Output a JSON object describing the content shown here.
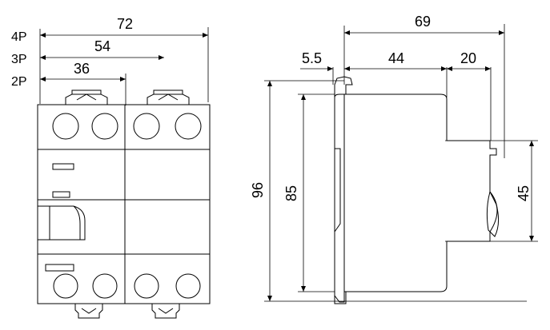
{
  "front_view": {
    "pole_labels": [
      "4P",
      "3P",
      "2P"
    ],
    "width_dimensions": [
      "72",
      "54",
      "36"
    ]
  },
  "side_view": {
    "top_dimensions": [
      "69",
      "5.5",
      "44",
      "20"
    ],
    "height_dimensions": [
      "96",
      "85",
      "45"
    ]
  }
}
